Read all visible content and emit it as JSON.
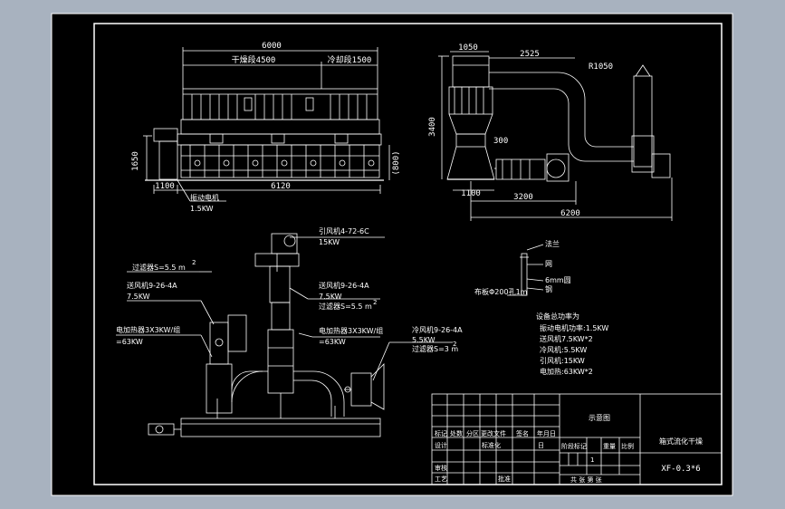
{
  "colors": {
    "viewport_bg": "#a8b2bf",
    "sheet_bg": "#000000",
    "lines": "#ffffff",
    "hatch": "#cccccc"
  },
  "top_left_view": {
    "dim_total": "6000",
    "dim_dry": "干燥段4500",
    "dim_cool": "冷却段1500",
    "dim_height": "1650",
    "dim_bottom_left": "1100",
    "dim_bottom_right": "6120",
    "dim_bed": "(800)",
    "motor_label": "振动电机",
    "motor_power": "1.5KW"
  },
  "top_right_view": {
    "dim_a": "1050",
    "dim_b": "2525",
    "dim_radius": "R1050",
    "dim_height": "3400",
    "dim_pipe": "300",
    "dim_base": "1100",
    "dim_mid": "3200",
    "dim_total": "6200"
  },
  "bottom_view": {
    "induced_fan_label": "引风机4-72-6C",
    "induced_fan_power": "15KW",
    "filter_left_label": "过滤器S=5.5 m",
    "blower_left_label": "送风机9-26-4A",
    "blower_left_power": "7.5KW",
    "heater_left_label": "电加热器3X3KW/组",
    "heater_left_power": "=63KW",
    "blower_mid_label": "送风机9-26-4A",
    "blower_mid_power": "7.5KW",
    "filter_mid_label": "过滤器S=5.5 m",
    "heater_mid_label": "电加热器3X3KW/组",
    "heater_mid_power": "=63KW",
    "cool_fan_label": "冷风机9-26-4A",
    "cool_fan_power": "5.5KW",
    "filter_right_label": "过滤器S=3 m",
    "superscript": "2"
  },
  "detail": {
    "label_flange": "法兰",
    "label_mesh": "网",
    "label_plate": "6mm圆",
    "label_steel": "钢",
    "label_hole": "布板Φ200孔1m"
  },
  "power_summary": {
    "title": "设备总功率为",
    "lines": [
      "振动电机功率:1.5KW",
      "送风机7.5KW*2",
      "冷风机:5.5KW",
      "引风机:15KW",
      "电加热:63KW*2"
    ]
  },
  "title_block": {
    "diagram_label": "示意图",
    "product_name": "箱式流化干燥",
    "model": "XF-0.3*6",
    "headers": [
      "标记",
      "处数",
      "分区",
      "更改文件",
      "签名",
      "年月日"
    ],
    "row_labels": [
      "设计",
      "审核",
      "工艺"
    ],
    "standardization": "标准化",
    "approve": "批准",
    "date_cell": "日",
    "stage_headers": [
      "阶段标记",
      "重量",
      "比例"
    ],
    "count": "1",
    "sheet_info": "共  张  第  张"
  }
}
